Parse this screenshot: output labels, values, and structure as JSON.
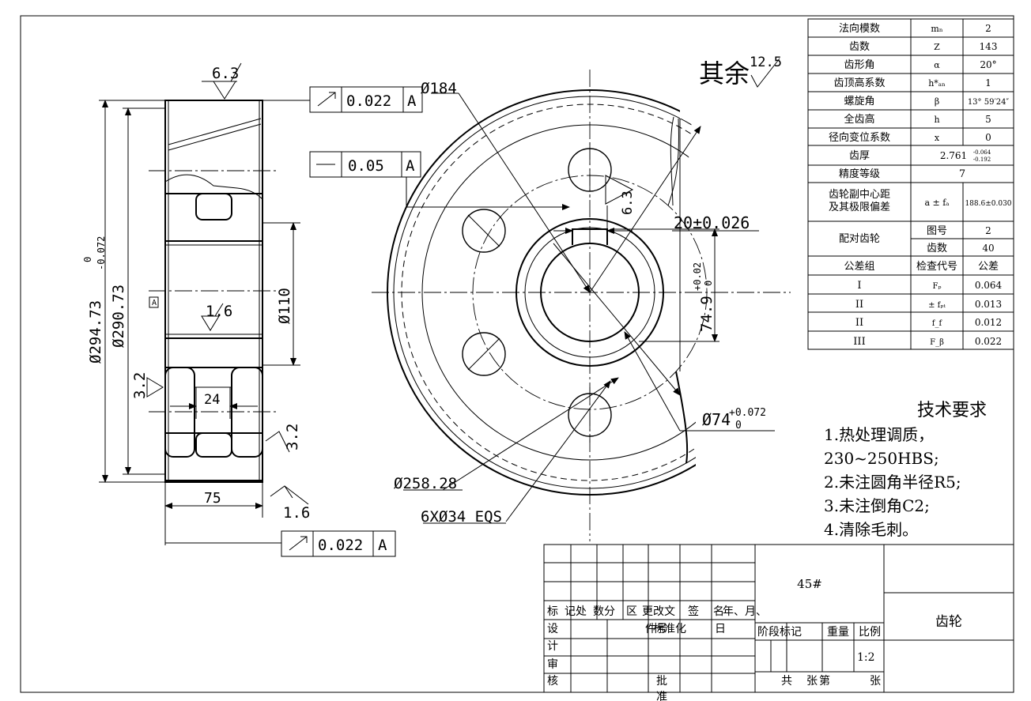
{
  "params": {
    "rows": [
      [
        "法向模数",
        "mₙ",
        "2"
      ],
      [
        "齿数",
        "Z",
        "143"
      ],
      [
        "齿形角",
        "α",
        "20°"
      ],
      [
        "齿顶高系数",
        "h*ₐₙ",
        "1"
      ],
      [
        "螺旋角",
        "β",
        "13° 59′24″"
      ],
      [
        "全齿高",
        "h",
        "5"
      ],
      [
        "径向变位系数",
        "x",
        "0"
      ]
    ],
    "thickness_label": "齿厚",
    "thickness_value": "2.761",
    "thickness_upper": "-0.064",
    "thickness_lower": "-0.192",
    "accuracy_label": "精度等级",
    "accuracy_value": "7",
    "center_label_1": "齿轮副中心距",
    "center_label_2": "及其极限偏差",
    "center_symbol": "a ± fₐ",
    "center_value": "188.6±0.030",
    "mating_label": "配对齿轮",
    "mating_rows": [
      [
        "图号",
        "2"
      ],
      [
        "齿数",
        "40"
      ]
    ],
    "tol_header": [
      "公差组",
      "检查代号",
      "公差"
    ],
    "tol_rows": [
      [
        "I",
        "Fₚ",
        "0.064"
      ],
      [
        "II",
        "± fₚₜ",
        "0.013"
      ],
      [
        "II",
        "f_f",
        "0.012"
      ],
      [
        "III",
        "F_β",
        "0.022"
      ]
    ]
  },
  "roughness_rest": {
    "prefix": "其余",
    "value": "12.5"
  },
  "tech": {
    "title": "技术要求",
    "items": [
      "1.热处理调质，",
      "230~250HBS;",
      "2.未注圆角半径R5;",
      "3.未注倒角C2;",
      "4.清除毛刺。"
    ]
  },
  "dims": {
    "od": "Ø294.73",
    "od_upper": "0",
    "od_lower": "-0.072",
    "root": "Ø290.73",
    "width": "75",
    "web": "24",
    "hub_d": "Ø110",
    "d184": "Ø184",
    "key_width": "20±0.026",
    "key_depth": "74.9",
    "key_upper": "+0.02",
    "key_lower": "0",
    "bore": "Ø74",
    "bore_upper": "+0.072",
    "bore_lower": "0",
    "hole_circle": "Ø258.28",
    "holes": "6XØ34 EQS",
    "datum": "A"
  },
  "roughness": {
    "top": "6.3",
    "hub": "1.6",
    "left": "3.2",
    "right": "3.2",
    "bottom": "1.6",
    "keyway": "6.3"
  },
  "gdt": {
    "runout_top": {
      "value": "0.022",
      "datum": "A"
    },
    "flat": {
      "value": "0.05",
      "datum": "A"
    },
    "runout_bottom": {
      "value": "0.022",
      "datum": "A"
    }
  },
  "title_block": {
    "material": "45#",
    "part_name": "齿轮",
    "rev_header": [
      "标",
      "记",
      "处",
      "数",
      "分",
      "区",
      "更改文",
      "件号",
      "签",
      "名",
      "年、月、",
      "日"
    ],
    "std_label": "标准化",
    "roles": [
      "设",
      "计",
      "审",
      "核"
    ],
    "approve": [
      "批",
      "准"
    ],
    "stage_label": "阶段标记",
    "weight_label": "重量",
    "ratio_label": "比例",
    "ratio_value": "1:2",
    "total": [
      "共",
      "张"
    ],
    "sheet": [
      "第",
      "张"
    ]
  }
}
